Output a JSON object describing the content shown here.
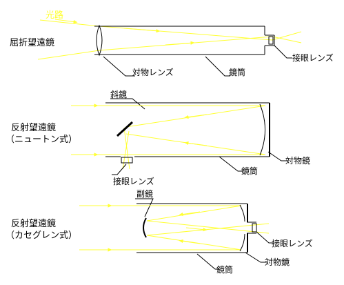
{
  "colors": {
    "light_path": "#ffff33",
    "ink": "#000000",
    "background": "#ffffff"
  },
  "light_path_label": "光路",
  "telescopes": [
    {
      "id": "refractor",
      "title_lines": [
        "屈折望遠鏡"
      ],
      "labels": {
        "objective": "対物レンズ",
        "tube": "鏡筒",
        "eyepiece": "接眼レンズ"
      }
    },
    {
      "id": "newtonian",
      "title_lines": [
        "反射望遠鏡",
        "（ニュートン式）"
      ],
      "labels": {
        "diagonal": "斜鏡",
        "tube": "鏡筒",
        "eyepiece": "接眼レンズ",
        "objective": "対物鏡"
      }
    },
    {
      "id": "cassegrain",
      "title_lines": [
        "反射望遠鏡",
        "（カセグレン式）"
      ],
      "labels": {
        "secondary": "副鏡",
        "eyepiece": "接眼レンズ",
        "tube": "鏡筒",
        "objective": "対物鏡"
      }
    }
  ]
}
